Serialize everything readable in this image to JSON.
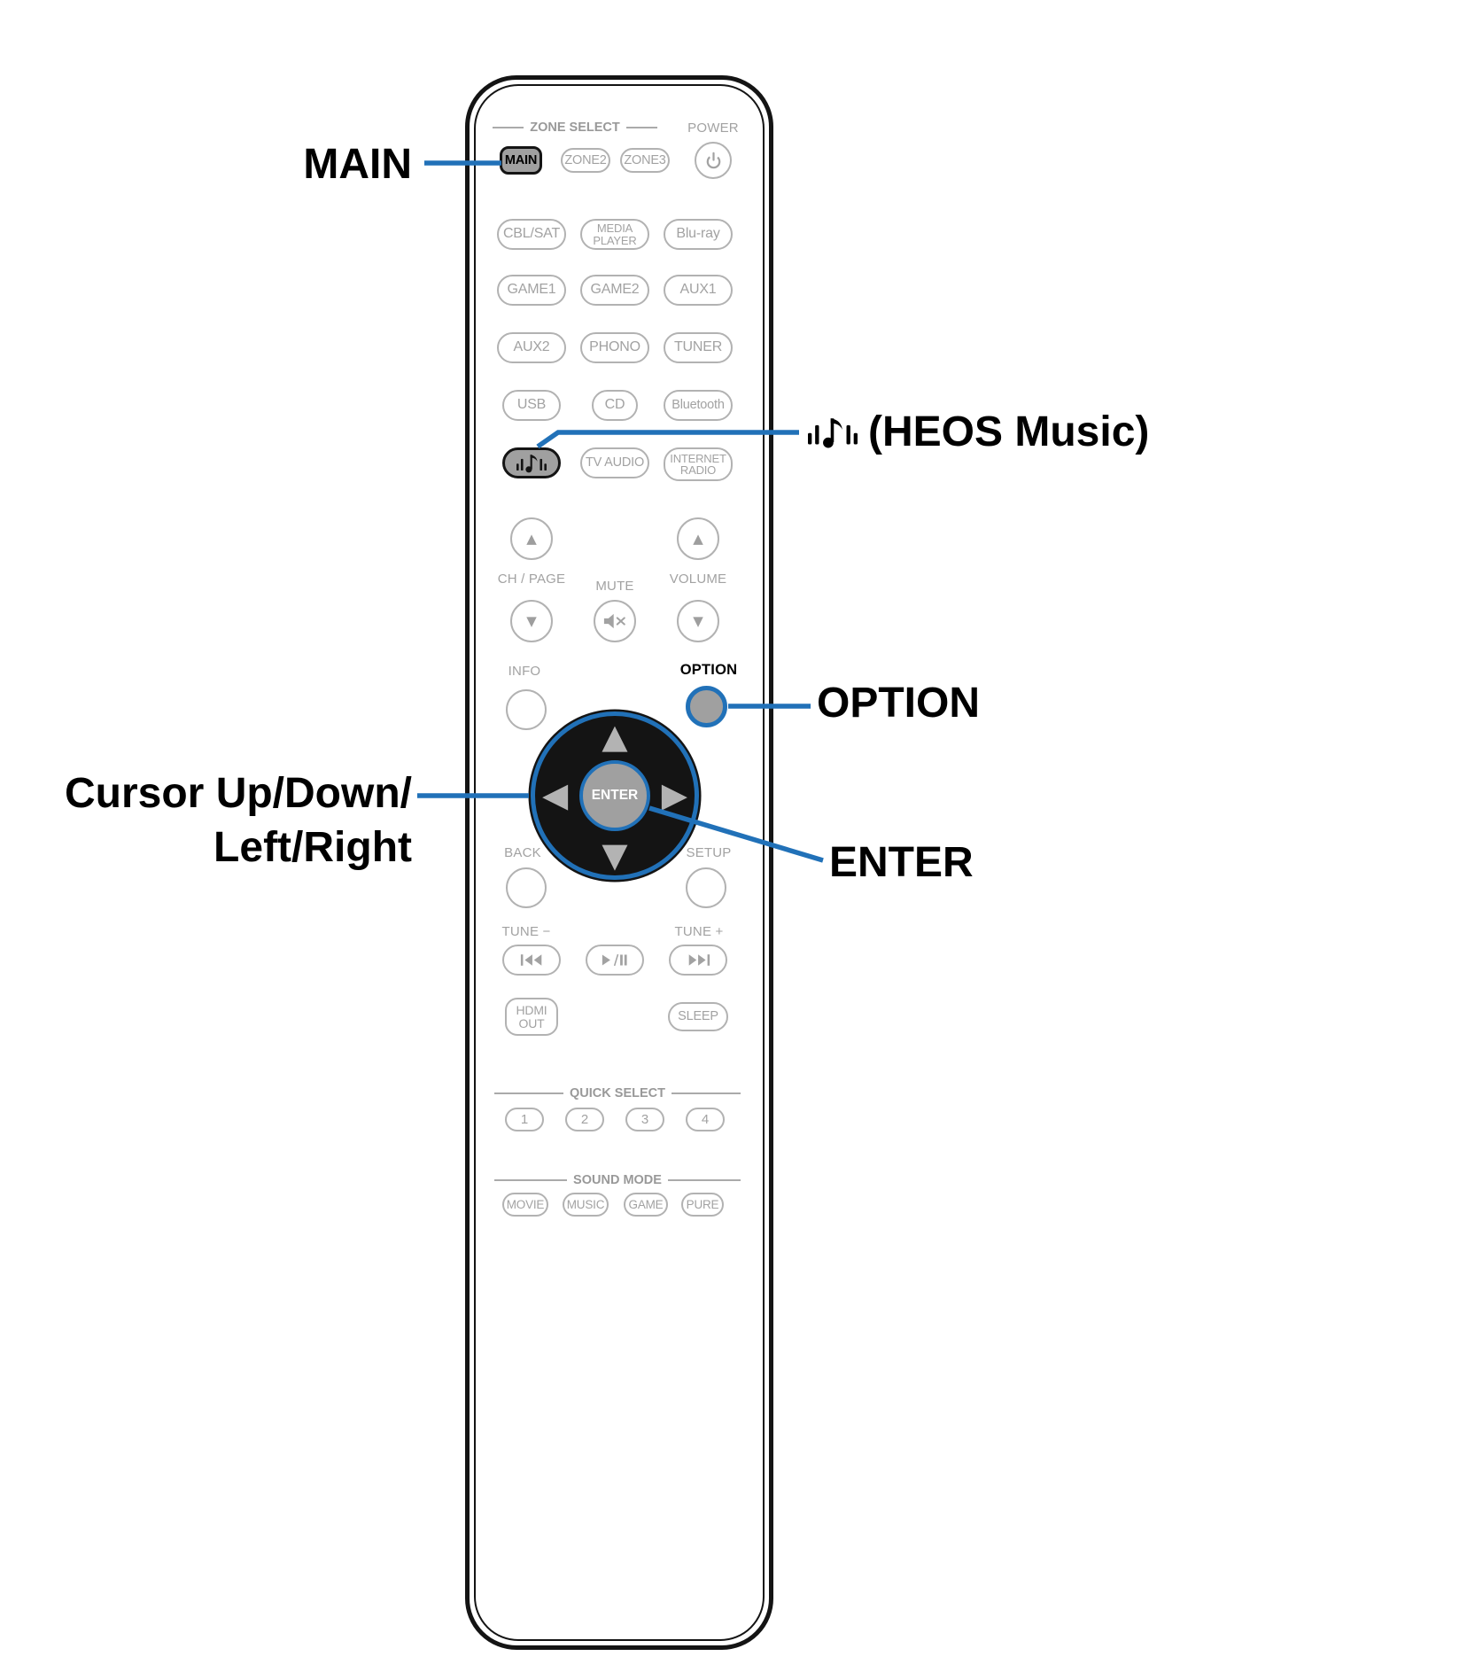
{
  "colors": {
    "accent": "#2171b8"
  },
  "icons": {
    "up_triangle": "▲",
    "down_triangle": "▼",
    "left_triangle": "◀",
    "right_triangle": "▶"
  },
  "callouts": {
    "main": "MAIN",
    "heos": "(HEOS Music)",
    "option": "OPTION",
    "cursor_line1": "Cursor Up/Down/",
    "cursor_line2": "Left/Right",
    "enter": "ENTER"
  },
  "remote": {
    "headers": {
      "zone_select": "ZONE SELECT",
      "power": "POWER",
      "quick_select": "QUICK SELECT",
      "sound_mode": "SOUND MODE"
    },
    "zone": {
      "main": "MAIN",
      "zone2": "ZONE2",
      "zone3": "ZONE3"
    },
    "sources": {
      "cbl_sat": "CBL/SAT",
      "media_player": {
        "l1": "MEDIA",
        "l2": "PLAYER"
      },
      "blu_ray": "Blu-ray",
      "game1": "GAME1",
      "game2": "GAME2",
      "aux1": "AUX1",
      "aux2": "AUX2",
      "phono": "PHONO",
      "tuner": "TUNER",
      "usb": "USB",
      "cd": "CD",
      "bluetooth": "Bluetooth",
      "tv_audio": "TV AUDIO",
      "internet_radio": {
        "l1": "INTERNET",
        "l2": "RADIO"
      }
    },
    "labels": {
      "ch_page": "CH / PAGE",
      "mute": "MUTE",
      "volume": "VOLUME",
      "info": "INFO",
      "option": "OPTION",
      "back": "BACK",
      "setup": "SETUP",
      "tune_minus": "TUNE −",
      "tune_plus": "TUNE +"
    },
    "enter": "ENTER",
    "hdmi_out": {
      "l1": "HDMI",
      "l2": "OUT"
    },
    "sleep": "SLEEP",
    "quick_select": [
      "1",
      "2",
      "3",
      "4"
    ],
    "sound_mode": [
      "MOVIE",
      "MUSIC",
      "GAME",
      "PURE"
    ]
  }
}
